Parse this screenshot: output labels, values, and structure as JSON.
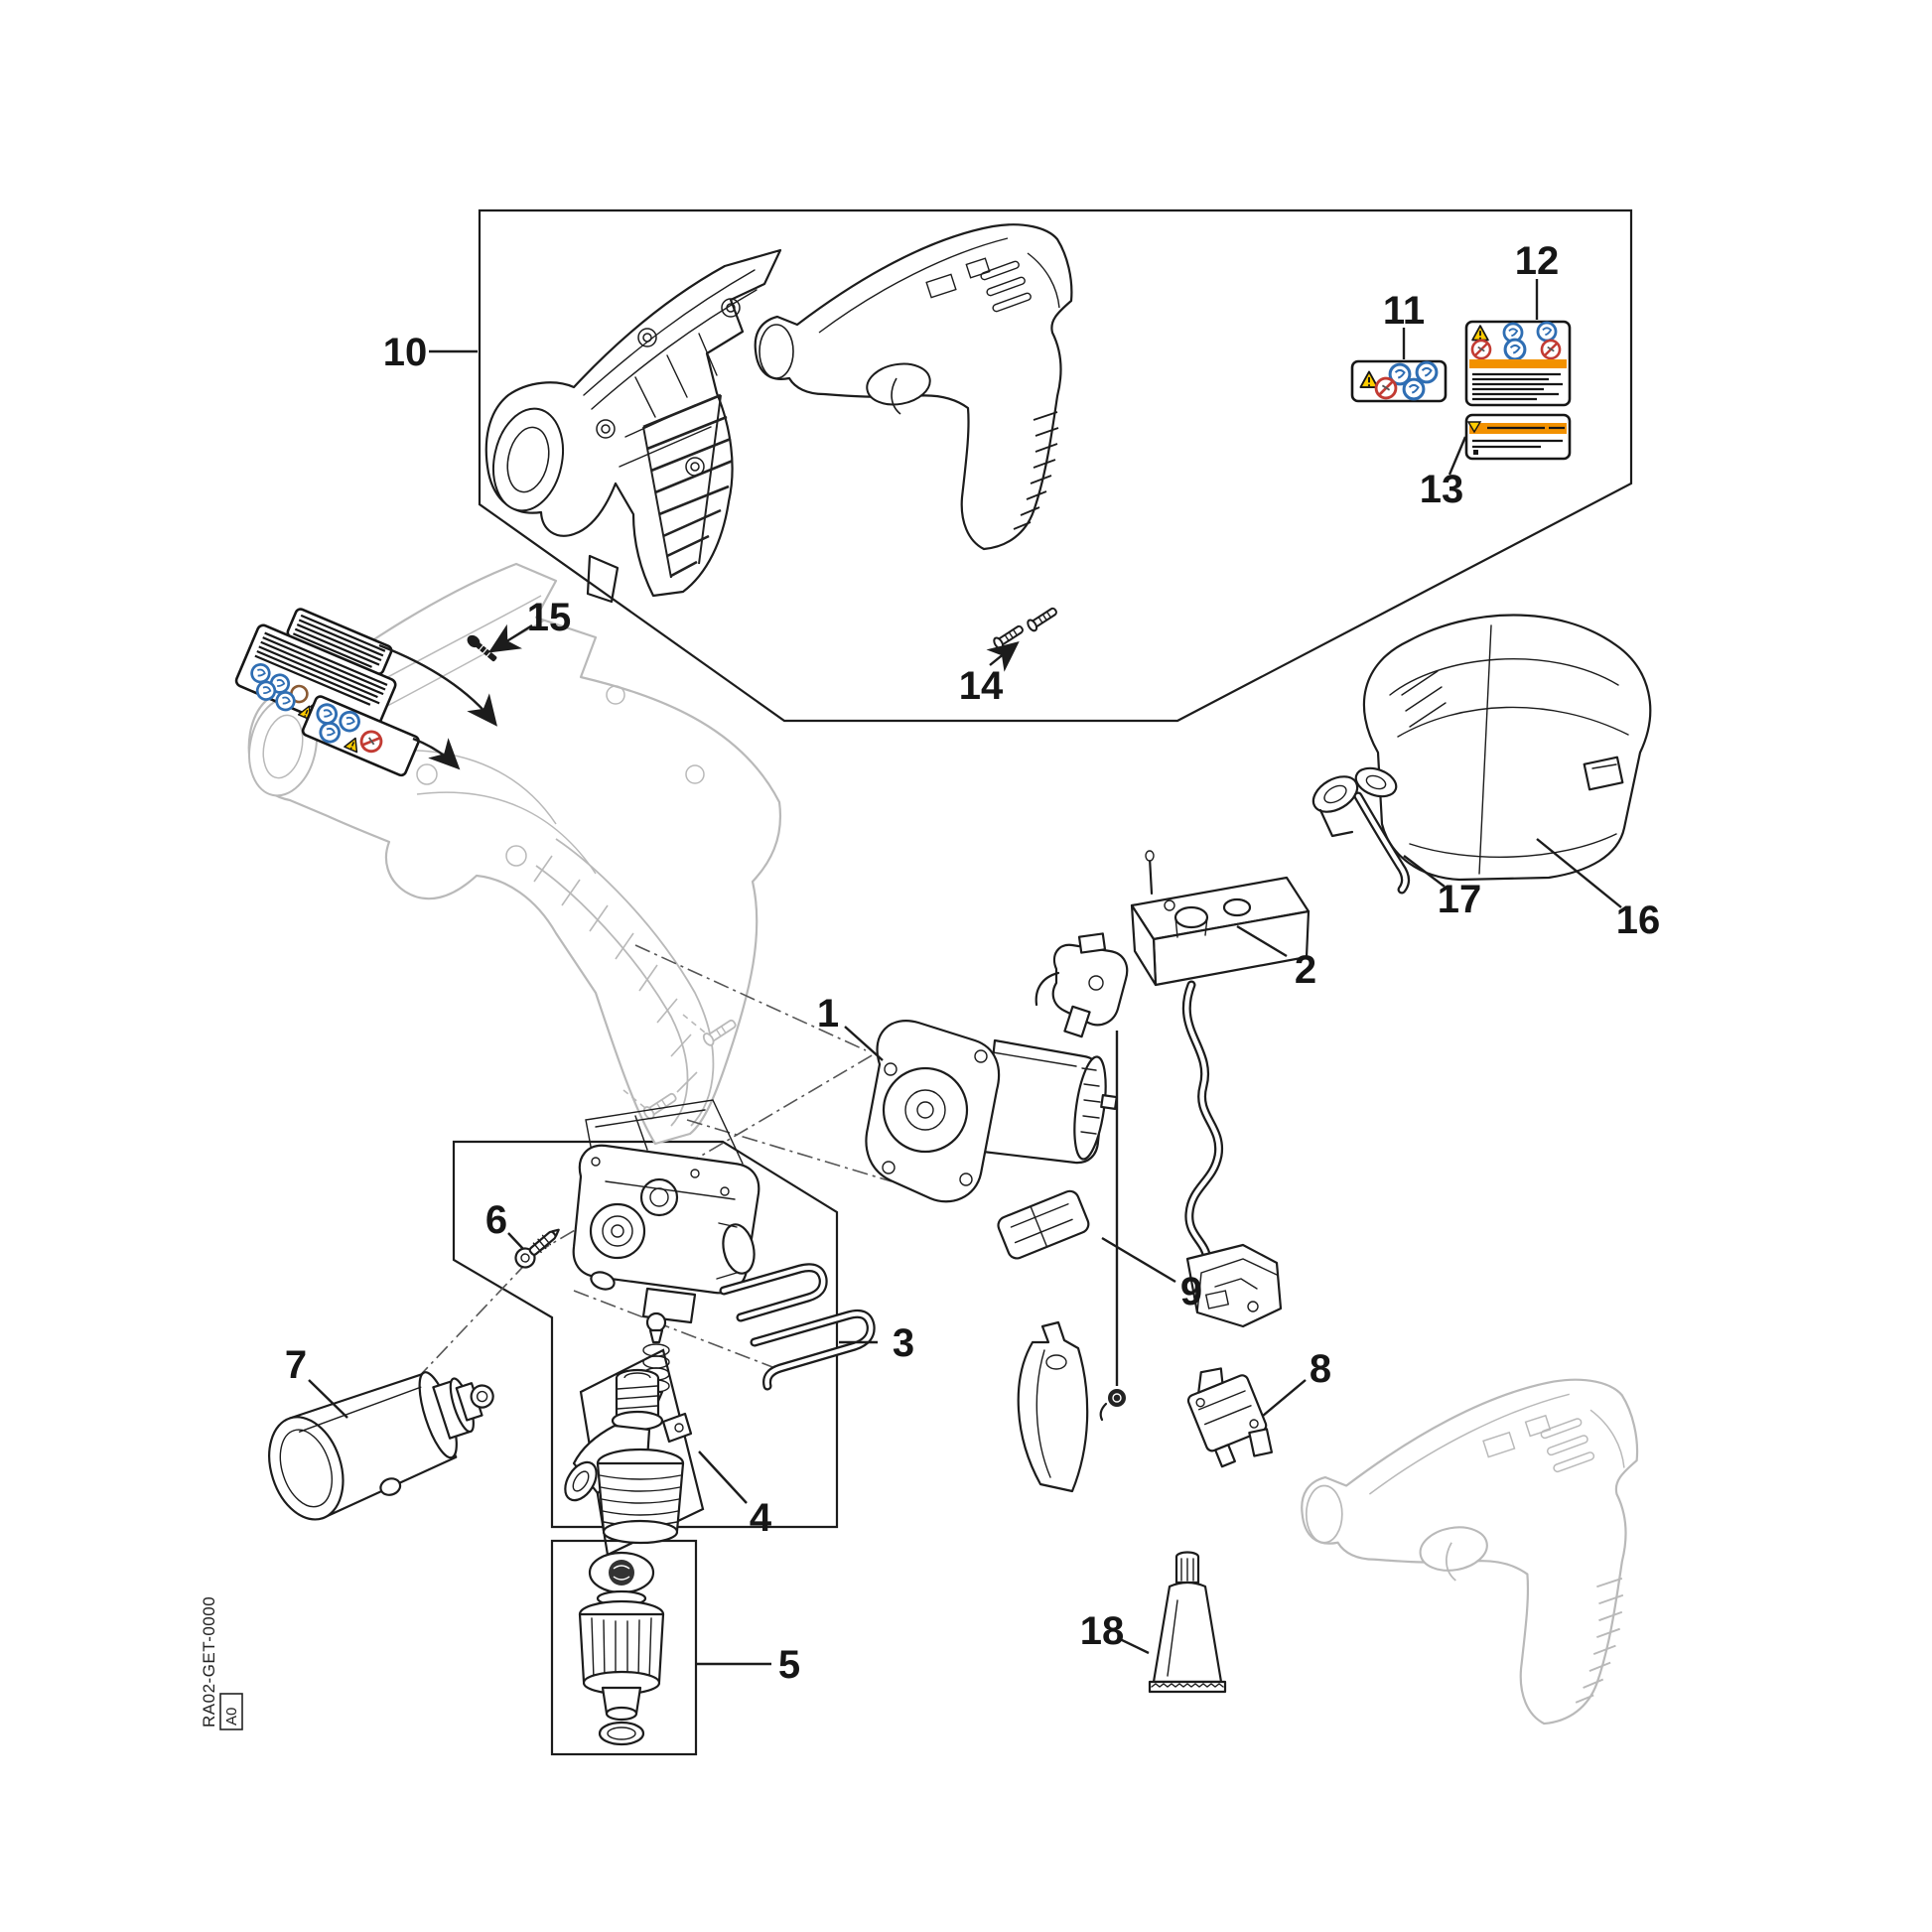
{
  "document": {
    "code": "RA02-GET-0000",
    "revision": "A0"
  },
  "callouts": [
    {
      "label": "1"
    },
    {
      "label": "2"
    },
    {
      "label": "3"
    },
    {
      "label": "4"
    },
    {
      "label": "5"
    },
    {
      "label": "6"
    },
    {
      "label": "7"
    },
    {
      "label": "8"
    },
    {
      "label": "9"
    },
    {
      "label": "10"
    },
    {
      "label": "11"
    },
    {
      "label": "12"
    },
    {
      "label": "13"
    },
    {
      "label": "14"
    },
    {
      "label": "15"
    },
    {
      "label": "16"
    },
    {
      "label": "17"
    },
    {
      "label": "18"
    }
  ],
  "stickers": {
    "icons": [
      "warning-triangle-icon",
      "mandatory-action-icon",
      "prohibition-icon"
    ],
    "colors": {
      "warning_yellow": "#ffcc00",
      "band_orange": "#f29100",
      "mandatory_blue": "#2f6eb3",
      "prohibition_red": "#c23b33",
      "line_black": "#161616"
    }
  },
  "drawing_colors": {
    "line": "#1c1c1c",
    "ghost": "#b9b9b9",
    "background": "#ffffff"
  }
}
